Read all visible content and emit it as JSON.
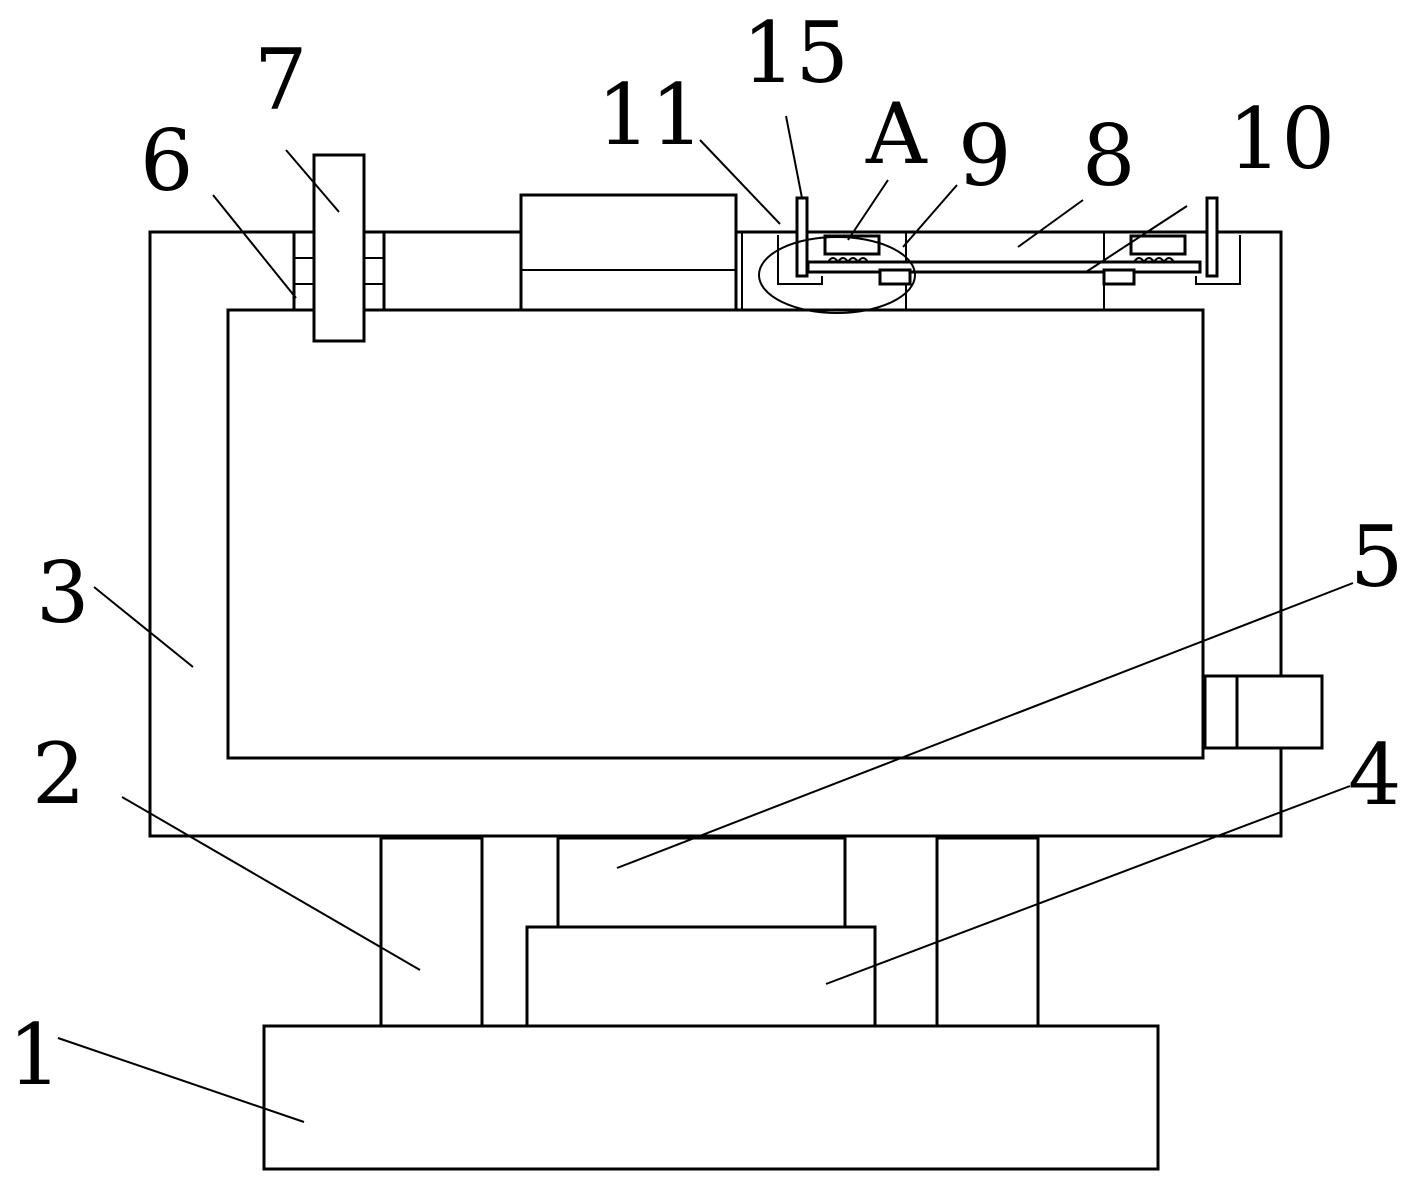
{
  "labels": {
    "l1": "1",
    "l2": "2",
    "l3": "3",
    "l4": "4",
    "l5": "5",
    "l6": "6",
    "l7": "7",
    "l8": "8",
    "l9": "9",
    "l10": "10",
    "l11": "11",
    "l15": "15",
    "lA": "A"
  },
  "colors": {
    "line": "#000000",
    "background": "#ffffff"
  }
}
